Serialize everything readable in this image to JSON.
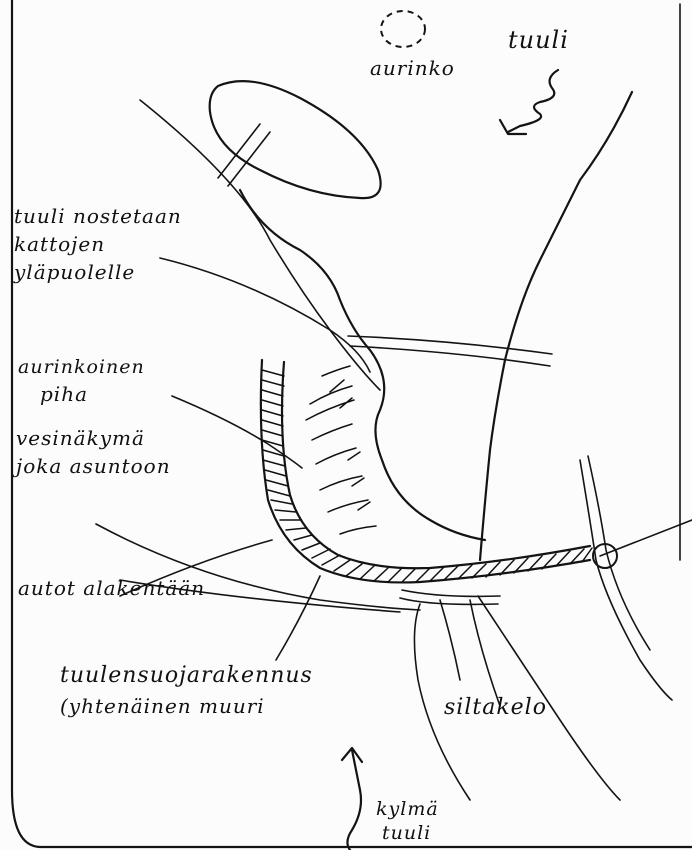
{
  "labels": {
    "aurinko": "aurinko",
    "tuuli_top": "tuuli",
    "tuuli_nostetaan_1": "tuuli nostetaan",
    "tuuli_nostetaan_2": "kattojen",
    "tuuli_nostetaan_3": "yläpuolelle",
    "aurinkoinen_1": "aurinkoinen",
    "aurinkoinen_2": "piha",
    "vesinakyma_1": "vesinäkymä",
    "vesinakyma_2": "joka asuntoon",
    "autot": "autot alakentään",
    "tuulensuoja_1": "tuulensuojarakennus",
    "tuulensuoja_2": "(yhtenäinen muuri",
    "siltakeid": "siltakelo",
    "kylma_1": "kylmä",
    "kylma_2": "tuuli"
  },
  "colors": {
    "ink": "#141414",
    "paper": "#fdfcfc"
  }
}
